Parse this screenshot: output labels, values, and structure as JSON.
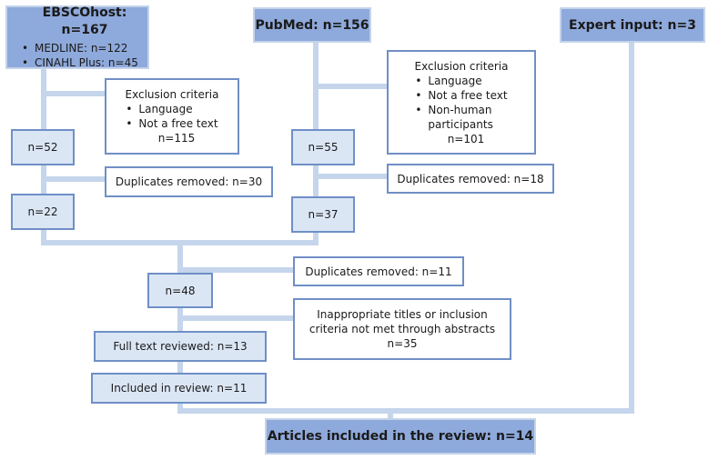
{
  "sources": {
    "ebsco": {
      "title": "EBSCOhost: n=167",
      "items": [
        "MEDLINE: n=122",
        "CINAHL Plus: n=45"
      ]
    },
    "pubmed": {
      "title": "PubMed: n=156"
    },
    "expert": {
      "title": "Expert input: n=3"
    }
  },
  "ebsco_flow": {
    "exclusion_title": "Exclusion criteria",
    "exclusion_items": [
      "Language",
      "Not a free text"
    ],
    "exclusion_count": "n=115",
    "n1": "n=52",
    "duplicates": "Duplicates removed: n=30",
    "n2": "n=22"
  },
  "pubmed_flow": {
    "exclusion_title": "Exclusion criteria",
    "exclusion_items": [
      "Language",
      "Not a free text",
      "Non-human participants"
    ],
    "exclusion_count": "n=101",
    "n1": "n=55",
    "duplicates": "Duplicates removed: n=18",
    "n2": "n=37"
  },
  "merged": {
    "duplicates": "Duplicates removed: n=11",
    "n": "n=48",
    "inappropriate": "Inappropriate titles or inclusion criteria not met through abstracts",
    "inappropriate_count": "n=35",
    "full_text": "Full text reviewed: n=13",
    "included": "Included in review: n=11"
  },
  "final": "Articles included in the review: n=14"
}
